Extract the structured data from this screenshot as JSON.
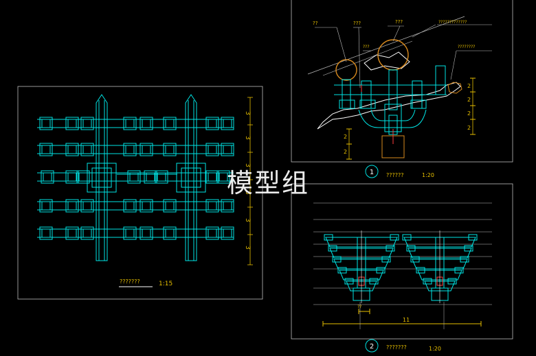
{
  "watermark": "模型组",
  "colors": {
    "cyan": "#00e5e5",
    "yellow": "#e8c000",
    "white": "#ffffff",
    "frame": "#bdbdbd",
    "orange": "#d88a1e"
  },
  "left_view": {
    "title": "???????",
    "scale": "1:15",
    "dims": [
      "3",
      "3",
      "3",
      "3",
      "3",
      "3"
    ]
  },
  "view_1": {
    "number": "1",
    "title": "??????",
    "scale": "1:20",
    "top_labels": [
      "??",
      "???",
      "???",
      "?????????????"
    ],
    "side_label": "????????",
    "small_label": "???",
    "right_dims": [
      "2",
      "2",
      "2",
      "2"
    ],
    "left_dims": [
      "2",
      "2"
    ]
  },
  "view_2": {
    "number": "2",
    "title": "???????",
    "scale": "1:20",
    "dim_small": "??",
    "dim_total": "11"
  }
}
